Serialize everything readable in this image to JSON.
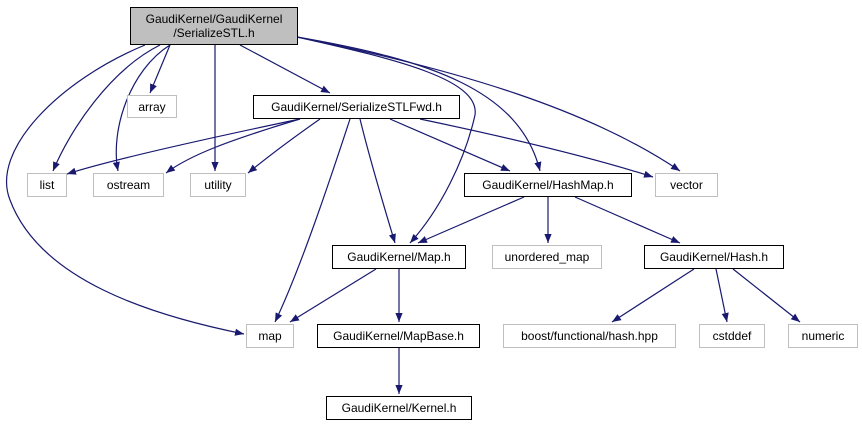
{
  "graph": {
    "title": "GaudiKernel/GaudiKernel/SerializeSTL.h include dependency graph",
    "edge_color": "#191970",
    "root_fill": "#bfbfbf",
    "external_border": "#bfbfbf",
    "nodes": {
      "root": {
        "line1": "GaudiKernel/GaudiKernel",
        "line2": "/SerializeSTL.h",
        "kind": "root"
      },
      "array": {
        "label": "array",
        "kind": "external"
      },
      "fwd": {
        "label": "GaudiKernel/SerializeSTLFwd.h",
        "kind": "internal"
      },
      "list": {
        "label": "list",
        "kind": "external"
      },
      "ostream": {
        "label": "ostream",
        "kind": "external"
      },
      "utility": {
        "label": "utility",
        "kind": "external"
      },
      "hashmap": {
        "label": "GaudiKernel/HashMap.h",
        "kind": "internal"
      },
      "vector": {
        "label": "vector",
        "kind": "external"
      },
      "maph": {
        "label": "GaudiKernel/Map.h",
        "kind": "internal"
      },
      "unordered_map": {
        "label": "unordered_map",
        "kind": "external"
      },
      "hashh": {
        "label": "GaudiKernel/Hash.h",
        "kind": "internal"
      },
      "map": {
        "label": "map",
        "kind": "external"
      },
      "mapbase": {
        "label": "GaudiKernel/MapBase.h",
        "kind": "internal"
      },
      "boosthash": {
        "label": "boost/functional/hash.hpp",
        "kind": "external"
      },
      "cstddef": {
        "label": "cstddef",
        "kind": "external"
      },
      "numeric": {
        "label": "numeric",
        "kind": "external"
      },
      "kernel": {
        "label": "GaudiKernel/Kernel.h",
        "kind": "internal"
      }
    },
    "edges": [
      [
        "root",
        "array"
      ],
      [
        "root",
        "fwd"
      ],
      [
        "root",
        "list"
      ],
      [
        "root",
        "ostream"
      ],
      [
        "root",
        "utility"
      ],
      [
        "root",
        "map"
      ],
      [
        "root",
        "maph"
      ],
      [
        "root",
        "hashmap"
      ],
      [
        "root",
        "vector"
      ],
      [
        "fwd",
        "list"
      ],
      [
        "fwd",
        "ostream"
      ],
      [
        "fwd",
        "utility"
      ],
      [
        "fwd",
        "map"
      ],
      [
        "fwd",
        "maph"
      ],
      [
        "fwd",
        "hashmap"
      ],
      [
        "fwd",
        "vector"
      ],
      [
        "hashmap",
        "maph"
      ],
      [
        "hashmap",
        "unordered_map"
      ],
      [
        "hashmap",
        "hashh"
      ],
      [
        "maph",
        "map"
      ],
      [
        "maph",
        "mapbase"
      ],
      [
        "mapbase",
        "kernel"
      ],
      [
        "hashh",
        "boosthash"
      ],
      [
        "hashh",
        "cstddef"
      ],
      [
        "hashh",
        "numeric"
      ]
    ]
  }
}
